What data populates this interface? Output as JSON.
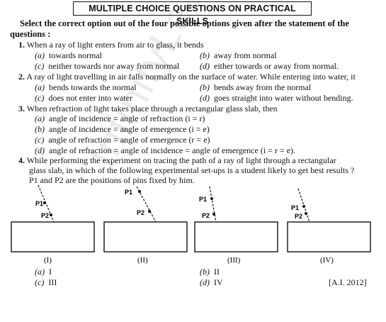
{
  "heading": "MULTIPLE CHOICE QUESTIONS ON PRACTICAL SKILLS",
  "instruction_line1": "Select the correct option out of the four possible options given after the statement of the",
  "instruction_line2": "questions :",
  "q1": {
    "num": "1.",
    "text": "When a ray of light enters from air to glass, it bends",
    "a": "towards normal",
    "b": "away from normal",
    "c": "neither towards nor away from normal",
    "d": "either towards or away from normal."
  },
  "q2": {
    "num": "2.",
    "text": "A ray of light travelling in air falls normally on the surface of water. While entering into water, it",
    "a": "bends towards the normal",
    "b": "bends away from the normal",
    "c": "does not enter into water",
    "d": "goes straight into water without bending."
  },
  "q3": {
    "num": "3.",
    "text": "When refraction of light takes place through a rectangular glass slab, then",
    "a": "angle of incidence = angle of refraction (i = r)",
    "b": "angle of incidence = angle of emergence (i = e)",
    "c": "angle of refraction = angle of emergence (r = e)",
    "d": "angle of refraction = angle of incidence = angle of emergence (i = r = e)."
  },
  "q4": {
    "num": "4.",
    "line1": "While performing the experiment on tracing the path of a ray of light through a rectangular",
    "line2": "glass slab, in which of the following experimental set-ups is a student likely to get best results ?",
    "line3": "P1 and P2 are the positions of pins fixed by him.",
    "a": "I",
    "b": "II",
    "c": "III",
    "d": "IV",
    "source": "[A.I. 2012]"
  },
  "option_letters": {
    "a": "(a)",
    "b": "(b)",
    "c": "(c)",
    "d": "(d)"
  },
  "figures": {
    "labels": [
      "(I)",
      "(II)",
      "(III)",
      "(IV)"
    ],
    "pin1": "P1",
    "pin2": "P2"
  },
  "watermark": "InfinityLearn"
}
